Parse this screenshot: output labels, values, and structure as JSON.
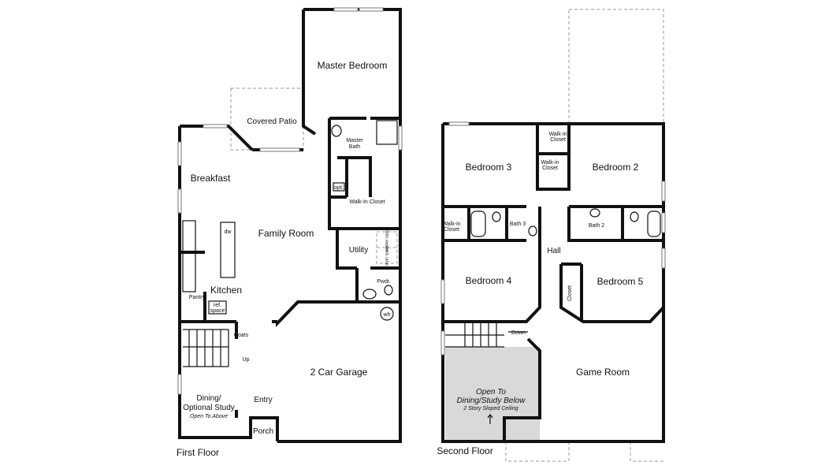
{
  "first_floor": {
    "title": "First Floor",
    "rooms": {
      "master_bedroom": "Master Bedroom",
      "covered_patio": "Covered Patio",
      "master_bath_1": "Master",
      "master_bath_2": "Bath",
      "breakfast": "Breakfast",
      "walk_in_closet": "Walk-In Closet",
      "family_room": "Family Room",
      "utility": "Utility",
      "kitchen": "Kitchen",
      "pantry": "Pantry",
      "pwdr": "Pwdr.",
      "coats": "Coats",
      "up": "Up",
      "garage": "2 Car Garage",
      "dining_1": "Dining/",
      "dining_2": "Optional Study",
      "dining_note": "Open To Above",
      "entry": "Entry",
      "porch": "Porch"
    },
    "fixtures": {
      "dw": "dw",
      "ref": "ref.",
      "ref2": "space",
      "opt": "opt.",
      "wh": "wh",
      "washer": "washer space",
      "dryer": "dryer space"
    }
  },
  "second_floor": {
    "title": "Second Floor",
    "rooms": {
      "bedroom_3": "Bedroom 3",
      "bedroom_2": "Bedroom 2",
      "walk_in_closet_a1": "Walk-in",
      "walk_in_closet_a2": "Closet",
      "walk_in_closet_b1": "Walk-in",
      "walk_in_closet_b2": "Closet",
      "walk_in_closet_c1": "Walk-in",
      "walk_in_closet_c2": "Closet",
      "bath_3": "Bath 3",
      "bath_2": "Bath 2",
      "hall": "Hall",
      "bedroom_4": "Bedroom 4",
      "bedroom_5": "Bedroom 5",
      "closet": "Closet",
      "down": "Down",
      "game_room": "Game Room",
      "open_1": "Open To",
      "open_2": "Dining/Study Below",
      "open_note": "2 Story Sloped Ceiling"
    },
    "open_area_color": "#d9d9d9"
  }
}
